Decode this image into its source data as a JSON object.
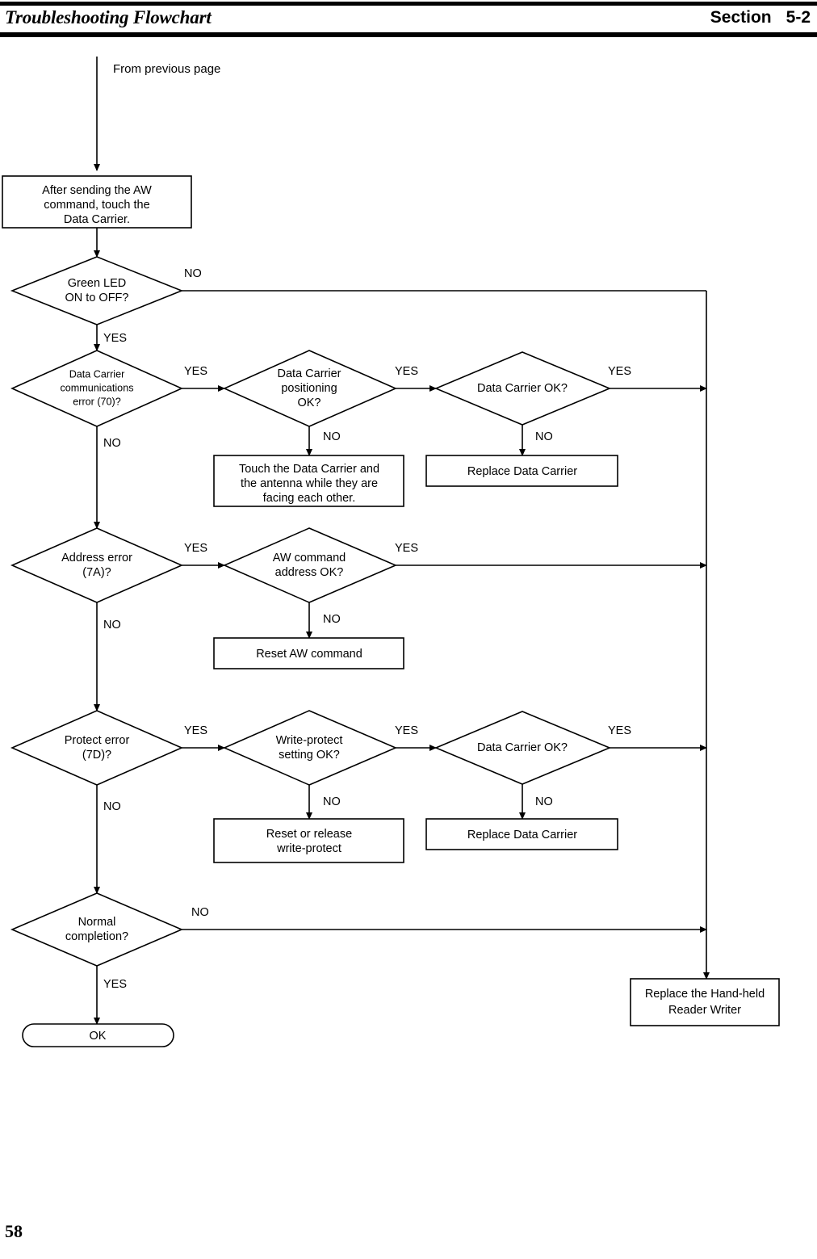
{
  "header": {
    "title": "Troubleshooting Flowchart",
    "section_label": "Section",
    "section_number": "5-2"
  },
  "footer": {
    "page_number": "58"
  },
  "flowchart": {
    "entry_label": "From previous page",
    "nodes": {
      "start_process": "After sending the AW\ncommand, touch the\nData Carrier.",
      "green_led": "Green LED\nON to OFF?",
      "dc_comm_error": "Data Carrier\ncommunications\nerror (70)?",
      "dc_positioning": "Data Carrier\npositioning\nOK?",
      "dc_ok_1": "Data Carrier OK?",
      "touch_dc_antenna": "Touch the Data Carrier and\nthe antenna while they are\nfacing each other.",
      "replace_dc_1": "Replace Data Carrier",
      "address_error": "Address error\n(7A)?",
      "aw_address_ok": "AW command\naddress OK?",
      "reset_aw": "Reset AW command",
      "protect_error": "Protect error\n(7D)?",
      "write_protect_ok": "Write-protect\nsetting OK?",
      "dc_ok_2": "Data Carrier OK?",
      "reset_release_wp": "Reset or release\nwrite-protect",
      "replace_dc_2": "Replace Data Carrier",
      "normal_completion": "Normal\ncompletion?",
      "ok_terminator": "OK",
      "replace_reader_writer": "Replace the Hand-held\nReader Writer"
    },
    "edge_labels": {
      "green_led_no": "NO",
      "green_led_yes": "YES",
      "dc_comm_yes": "YES",
      "dc_comm_no": "NO",
      "dc_pos_yes": "YES",
      "dc_pos_no": "NO",
      "dc_ok1_yes": "YES",
      "dc_ok1_no": "NO",
      "addr_yes": "YES",
      "addr_no": "NO",
      "aw_yes": "YES",
      "aw_no": "NO",
      "protect_yes": "YES",
      "protect_no": "NO",
      "wp_yes": "YES",
      "wp_no": "NO",
      "dc_ok2_yes": "YES",
      "dc_ok2_no": "NO",
      "normal_no": "NO",
      "normal_yes": "YES"
    }
  }
}
